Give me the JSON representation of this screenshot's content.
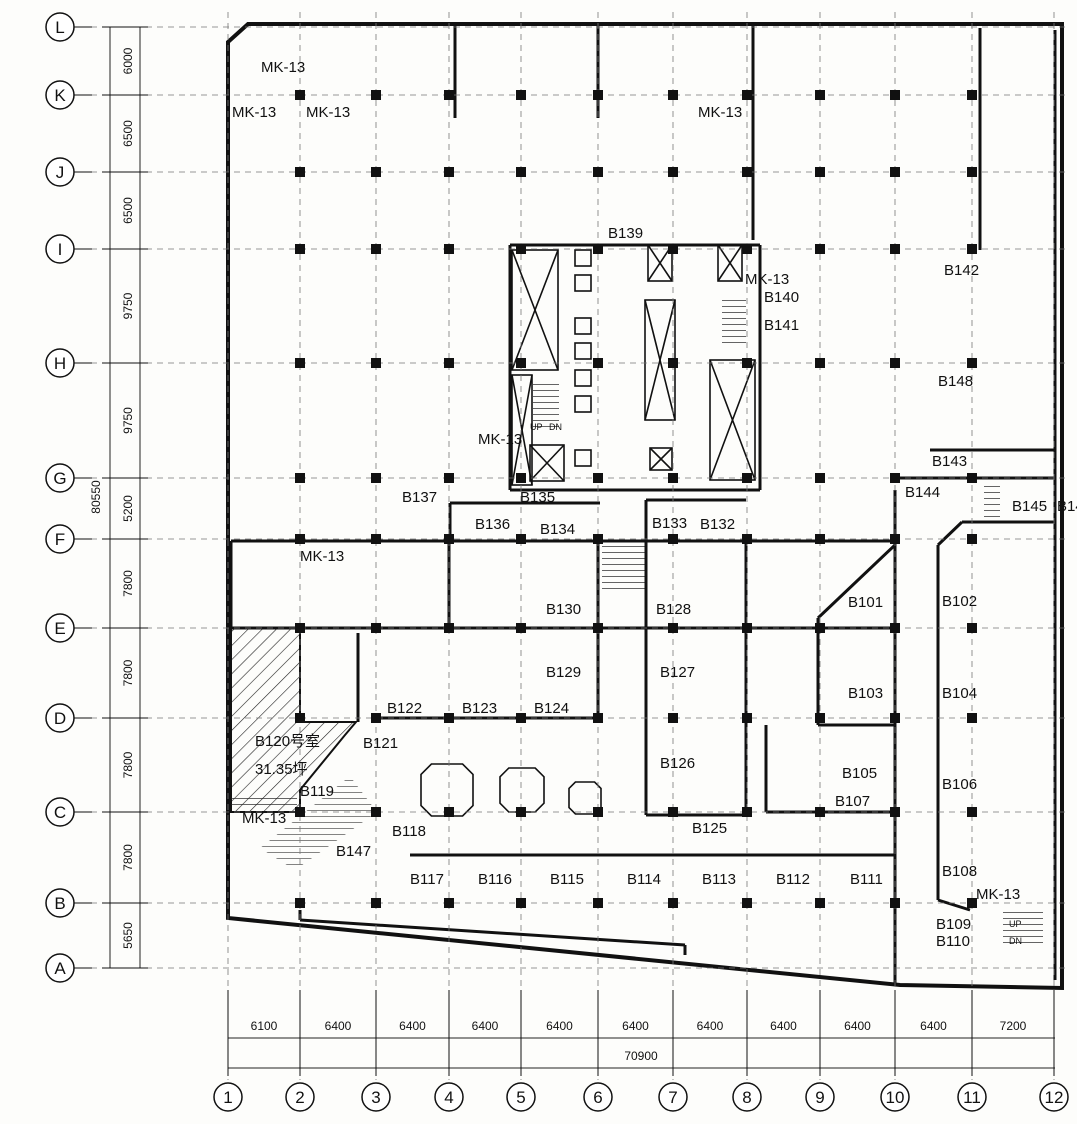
{
  "grid": {
    "rows": [
      "L",
      "K",
      "J",
      "I",
      "H",
      "G",
      "F",
      "E",
      "D",
      "C",
      "B",
      "A"
    ],
    "cols": [
      "1",
      "2",
      "3",
      "4",
      "5",
      "6",
      "7",
      "8",
      "9",
      "10",
      "11",
      "12"
    ]
  },
  "dims": {
    "horizontal": [
      "6100",
      "6400",
      "6400",
      "6400",
      "6400",
      "6400",
      "6400",
      "6400",
      "6400",
      "6400",
      "7200"
    ],
    "horizontal_total": "70900",
    "vertical": [
      "6000",
      "6500",
      "6500",
      "9750",
      "9750",
      "5200",
      "7800",
      "7800",
      "7800",
      "7800",
      "5650"
    ],
    "vertical_total": "80550"
  },
  "rooms": [
    "B101",
    "B102",
    "B103",
    "B104",
    "B105",
    "B106",
    "B107",
    "B108",
    "B109",
    "B110",
    "B111",
    "B112",
    "B113",
    "B114",
    "B115",
    "B116",
    "B117",
    "B118",
    "B119",
    "B121",
    "B122",
    "B123",
    "B124",
    "B125",
    "B126",
    "B127",
    "B128",
    "B129",
    "B130",
    "B132",
    "B133",
    "B134",
    "B135",
    "B136",
    "B137",
    "B139",
    "B140",
    "B141",
    "B142",
    "B143",
    "B144",
    "B145",
    "B14",
    "B147",
    "B148"
  ],
  "doors": [
    "MK-13",
    "MK-13",
    "MK-13",
    "MK-13",
    "MK-13",
    "MK-13",
    "MK-13",
    "MK-13",
    "MK-13"
  ],
  "hatched_room": {
    "name": "B120号室",
    "area": "31.35坪"
  },
  "stairs": {
    "up": "UP",
    "down": "DN"
  }
}
